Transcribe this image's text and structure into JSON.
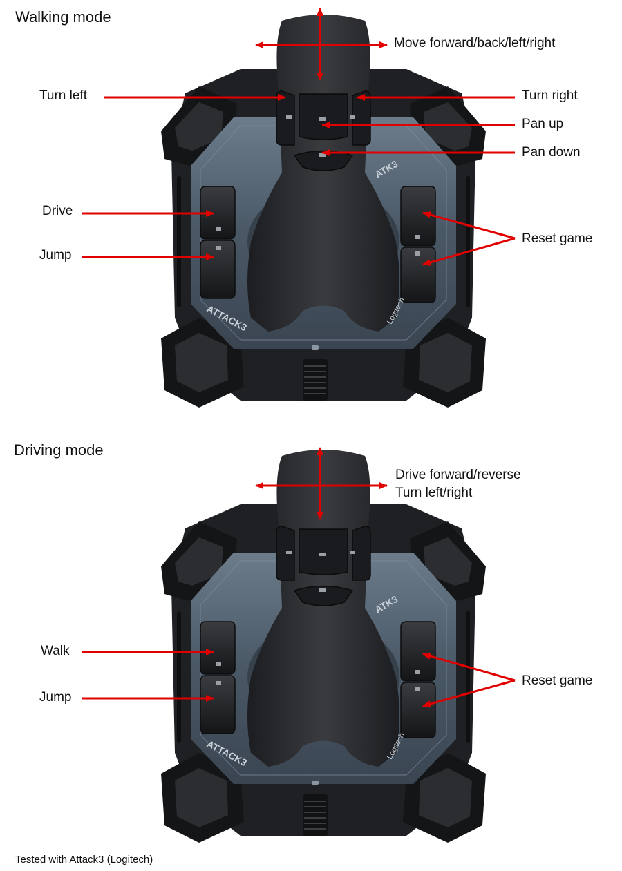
{
  "footnote": "Tested with Attack3 (Logitech)",
  "colors": {
    "arrow": "#e00000",
    "base_dark": "#1d1f22",
    "base_panel": "#4a5866",
    "base_panel_light": "#6f7f8e",
    "stick": "#2a2b2e",
    "button_dark": "#202124"
  },
  "joystick": {
    "brand_text": "ATTACK3",
    "badge_text": "ATK3",
    "maker_text": "Logitech"
  },
  "walking": {
    "title": "Walking mode",
    "labels": {
      "move": "Move forward/back/left/right",
      "turn_left": "Turn left",
      "turn_right": "Turn right",
      "pan_up": "Pan up",
      "pan_down": "Pan down",
      "drive": "Drive",
      "jump": "Jump",
      "reset": "Reset game"
    }
  },
  "driving": {
    "title": "Driving mode",
    "labels": {
      "drive_line1": "Drive forward/reverse",
      "drive_line2": "Turn left/right",
      "walk": "Walk",
      "jump": "Jump",
      "reset": "Reset game"
    }
  }
}
